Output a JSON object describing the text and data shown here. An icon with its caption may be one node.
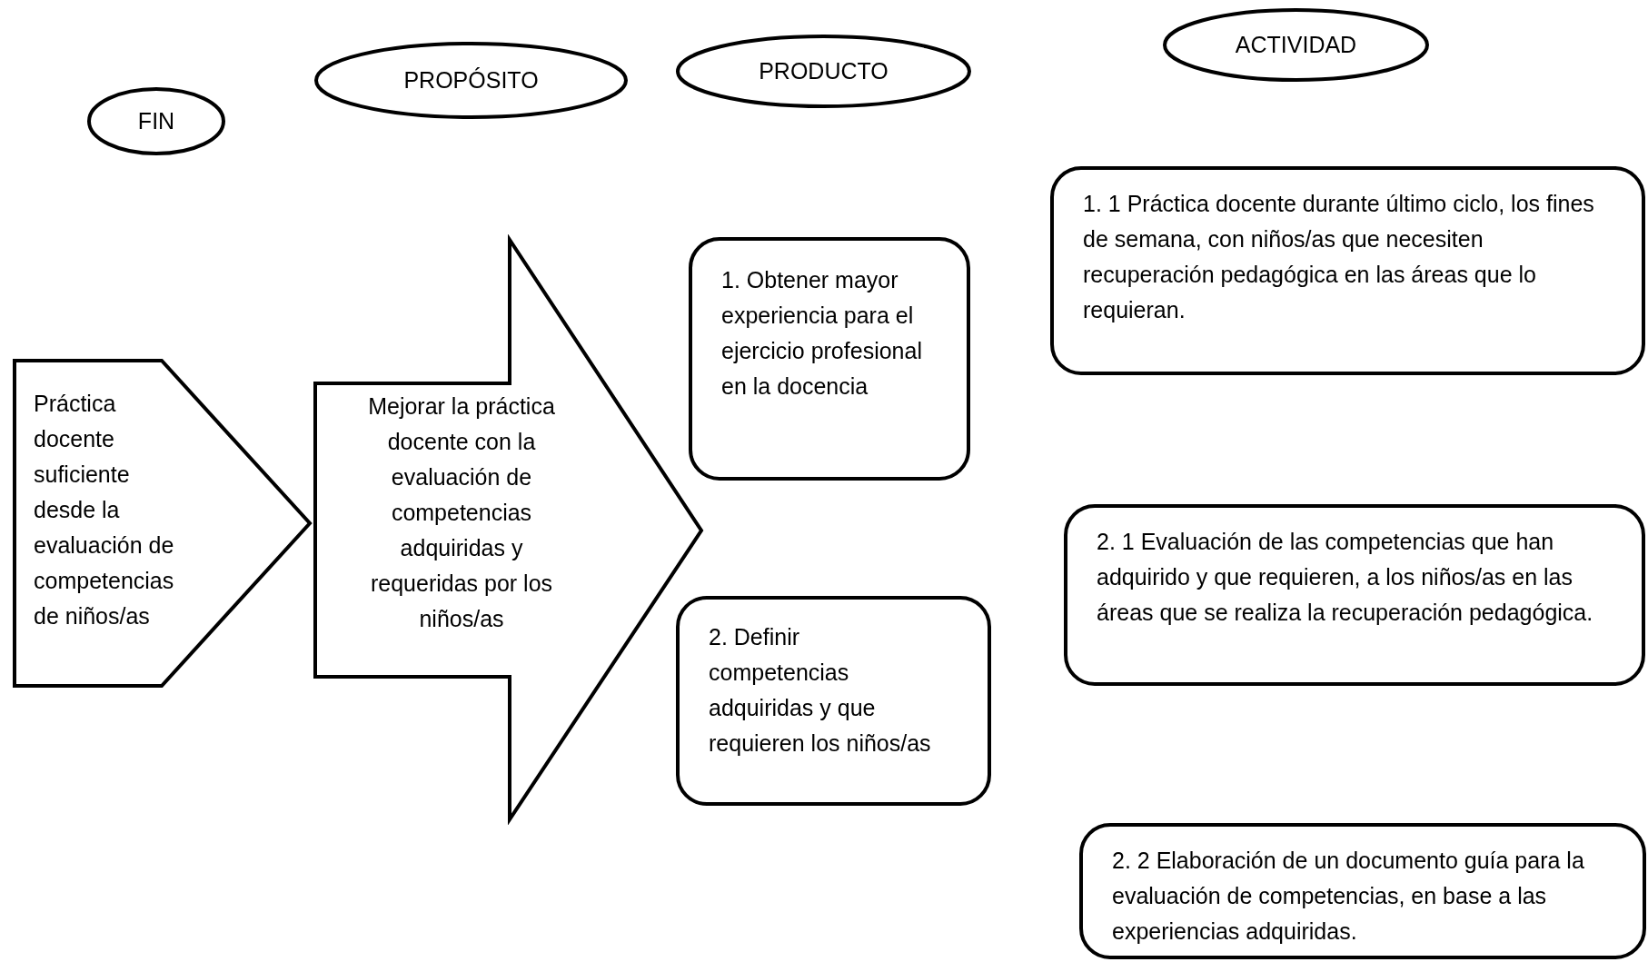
{
  "diagram": {
    "nodes": [
      {
        "text": [
          "FIN"
        ]
      },
      {
        "text": [
          "PROPÓSITO"
        ]
      },
      {
        "text": [
          "PRODUCTO"
        ]
      },
      {
        "text": [
          "ACTIVIDAD"
        ]
      },
      {
        "text": [
          "Práctica docente suficiente desde la evaluación de competencias de niños/as"
        ]
      },
      {
        "text": [
          "Mejorar la práctica docente con la evaluación de competencias adquiridas y requeridas por los niños/as"
        ]
      },
      {
        "text": [
          "1. Obtener mayor experiencia para el ejercicio profesional en la docencia"
        ]
      },
      {
        "text": [
          "2. Definir competencias adquiridas y que requieren  los niños/as"
        ]
      },
      {
        "text": [
          "1. 1 Práctica docente durante último ciclo, los fines de semana, con niños/as que necesiten recuperación pedagógica en las áreas que lo requieran."
        ]
      },
      {
        "text": [
          "2. 1 Evaluación de las  competencias que han adquirido y  que requieren, a los niños/as en las áreas que se  realiza la recuperación pedagógica."
        ]
      },
      {
        "text": [
          "2. 2 Elaboración  de un documento  guía para la evaluación de competencias, en base a las experiencias adquiridas."
        ]
      }
    ]
  }
}
